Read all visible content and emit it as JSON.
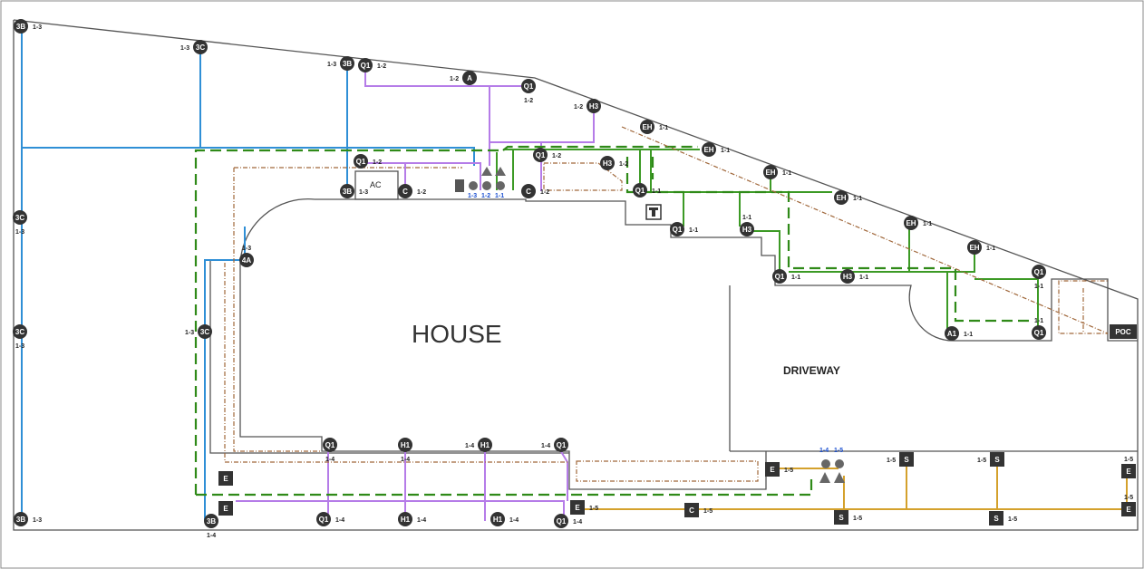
{
  "labels": {
    "house": "HOUSE",
    "driveway": "DRIVEWAY",
    "ac": "AC",
    "poc": "POC",
    "valve_zones": [
      "1-3",
      "1-2",
      "1-1"
    ],
    "meter_zones": [
      "1-4",
      "1-5"
    ]
  },
  "colors": {
    "border": "#555555",
    "blue_line": "#2f8fd6",
    "purple_line": "#b57ce8",
    "green_line": "#3c9a25",
    "gold_line": "#d4a12c",
    "brown_dash": "#a0673a",
    "node": "#333333"
  },
  "circle_nodes": [
    {
      "id": "n1",
      "code": "3B",
      "zone": "1-3"
    },
    {
      "id": "n2",
      "code": "3C",
      "zone": "1-3"
    },
    {
      "id": "n3",
      "code": "3B",
      "zone": "1-3"
    },
    {
      "id": "n4",
      "code": "Q1",
      "zone": "1-2"
    },
    {
      "id": "n5",
      "code": "A",
      "zone": "1-2"
    },
    {
      "id": "n6",
      "code": "Q1",
      "zone": "1-2"
    },
    {
      "id": "n7",
      "code": "H3",
      "zone": "1-2"
    },
    {
      "id": "n8",
      "code": "EH",
      "zone": "1-1"
    },
    {
      "id": "n9",
      "code": "EH",
      "zone": "1-1"
    },
    {
      "id": "n10",
      "code": "EH",
      "zone": "1-1"
    },
    {
      "id": "n11",
      "code": "EH",
      "zone": "1-1"
    },
    {
      "id": "n12",
      "code": "EH",
      "zone": "1-1"
    },
    {
      "id": "n13",
      "code": "EH",
      "zone": "1-1"
    },
    {
      "id": "n14",
      "code": "Q1",
      "zone": "1-1"
    },
    {
      "id": "n15",
      "code": "Q1",
      "zone": "1-2"
    },
    {
      "id": "n16",
      "code": "3B",
      "zone": "1-3"
    },
    {
      "id": "n17",
      "code": "C",
      "zone": "1-2"
    },
    {
      "id": "n18",
      "code": "Q1",
      "zone": "1-2"
    },
    {
      "id": "n19",
      "code": "C",
      "zone": "1-2"
    },
    {
      "id": "n20",
      "code": "H3",
      "zone": "1-2"
    },
    {
      "id": "n21",
      "code": "Q1",
      "zone": "1-1"
    },
    {
      "id": "n22",
      "code": "Q1",
      "zone": "1-1"
    },
    {
      "id": "n23",
      "code": "H3",
      "zone": "1-1"
    },
    {
      "id": "n24",
      "code": "Q1",
      "zone": "1-1"
    },
    {
      "id": "n25",
      "code": "H3",
      "zone": "1-1"
    },
    {
      "id": "n26",
      "code": "A1",
      "zone": "1-1"
    },
    {
      "id": "n27",
      "code": "Q1",
      "zone": "1-1"
    },
    {
      "id": "n28",
      "code": "4A",
      "zone": "1-3"
    },
    {
      "id": "n29",
      "code": "3C",
      "zone": "1-3"
    },
    {
      "id": "n30",
      "code": "3C",
      "zone": "1-3"
    },
    {
      "id": "n31",
      "code": "3C",
      "zone": "1-3"
    },
    {
      "id": "n32",
      "code": "Q1",
      "zone": "1-4"
    },
    {
      "id": "n33",
      "code": "H1",
      "zone": "1-4"
    },
    {
      "id": "n34",
      "code": "H1",
      "zone": "1-4"
    },
    {
      "id": "n35",
      "code": "Q1",
      "zone": "1-4"
    },
    {
      "id": "n36",
      "code": "3B",
      "zone": "1-3"
    },
    {
      "id": "n37",
      "code": "3B",
      "zone": "1-4"
    },
    {
      "id": "n38",
      "code": "Q1",
      "zone": "1-4"
    },
    {
      "id": "n39",
      "code": "H1",
      "zone": "1-4"
    },
    {
      "id": "n40",
      "code": "H1",
      "zone": "1-4"
    },
    {
      "id": "n41",
      "code": "Q1",
      "zone": "1-4"
    }
  ],
  "square_nodes": [
    {
      "id": "s1",
      "code": "E",
      "zone": ""
    },
    {
      "id": "s2",
      "code": "E",
      "zone": ""
    },
    {
      "id": "s3",
      "code": "E",
      "zone": "1-5"
    },
    {
      "id": "s4",
      "code": "E",
      "zone": "1-5"
    },
    {
      "id": "s5",
      "code": "C",
      "zone": "1-5"
    },
    {
      "id": "s6",
      "code": "S",
      "zone": "1-5"
    },
    {
      "id": "s7",
      "code": "S",
      "zone": "1-5"
    },
    {
      "id": "s8",
      "code": "S",
      "zone": "1-5"
    },
    {
      "id": "s9",
      "code": "S",
      "zone": "1-5"
    },
    {
      "id": "s10",
      "code": "E",
      "zone": "1-5"
    },
    {
      "id": "s11",
      "code": "E",
      "zone": "1-5"
    }
  ]
}
